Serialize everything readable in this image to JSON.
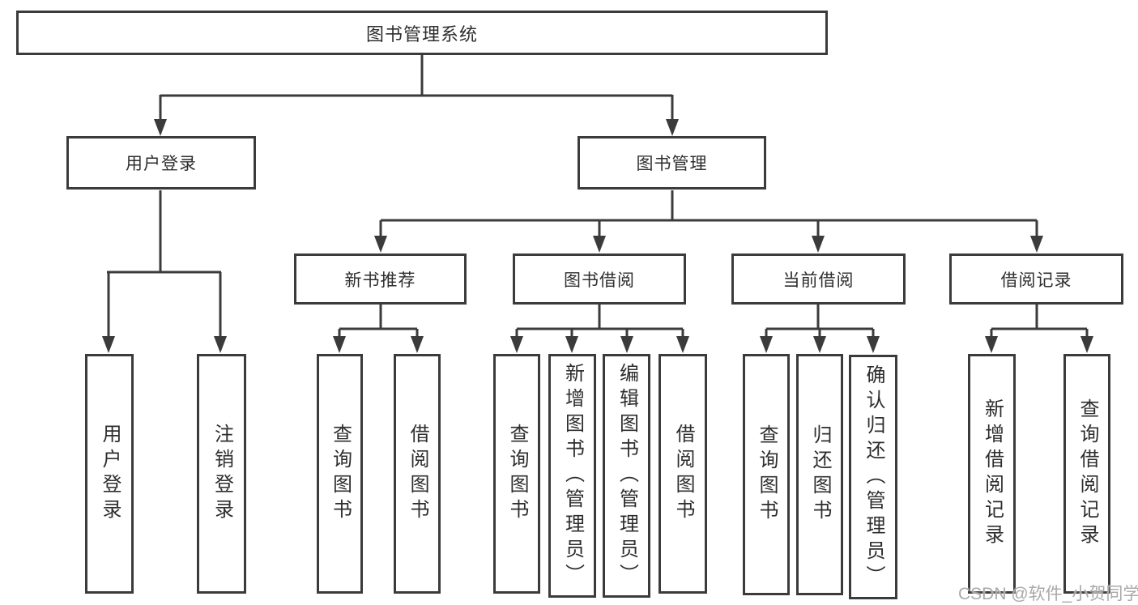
{
  "diagram": {
    "type": "hierarchy-tree",
    "root": {
      "label": "图书管理系统",
      "children": [
        {
          "label": "用户登录",
          "children": [
            {
              "label": "用户登录"
            },
            {
              "label": "注销登录"
            }
          ]
        },
        {
          "label": "图书管理",
          "children": [
            {
              "label": "新书推荐",
              "children": [
                {
                  "label": "查询图书"
                },
                {
                  "label": "借阅图书"
                }
              ]
            },
            {
              "label": "图书借阅",
              "children": [
                {
                  "label": "查询图书"
                },
                {
                  "label": "新增图书（管理员）"
                },
                {
                  "label": "编辑图书（管理员）"
                },
                {
                  "label": "借阅图书"
                }
              ]
            },
            {
              "label": "当前借阅",
              "children": [
                {
                  "label": "查询图书"
                },
                {
                  "label": "归还图书"
                },
                {
                  "label": "确认归还（管理员）"
                }
              ]
            },
            {
              "label": "借阅记录",
              "children": [
                {
                  "label": "新增借阅记录"
                },
                {
                  "label": "查询借阅记录"
                }
              ]
            }
          ]
        }
      ]
    }
  },
  "watermark": {
    "text": "CSDN @软件_小贺同学"
  },
  "colors": {
    "line": "#3b3b3b",
    "box_border": "#3b3b3b",
    "text": "#2e2e2e",
    "watermark": "#a9a9a9",
    "background": "#ffffff"
  }
}
